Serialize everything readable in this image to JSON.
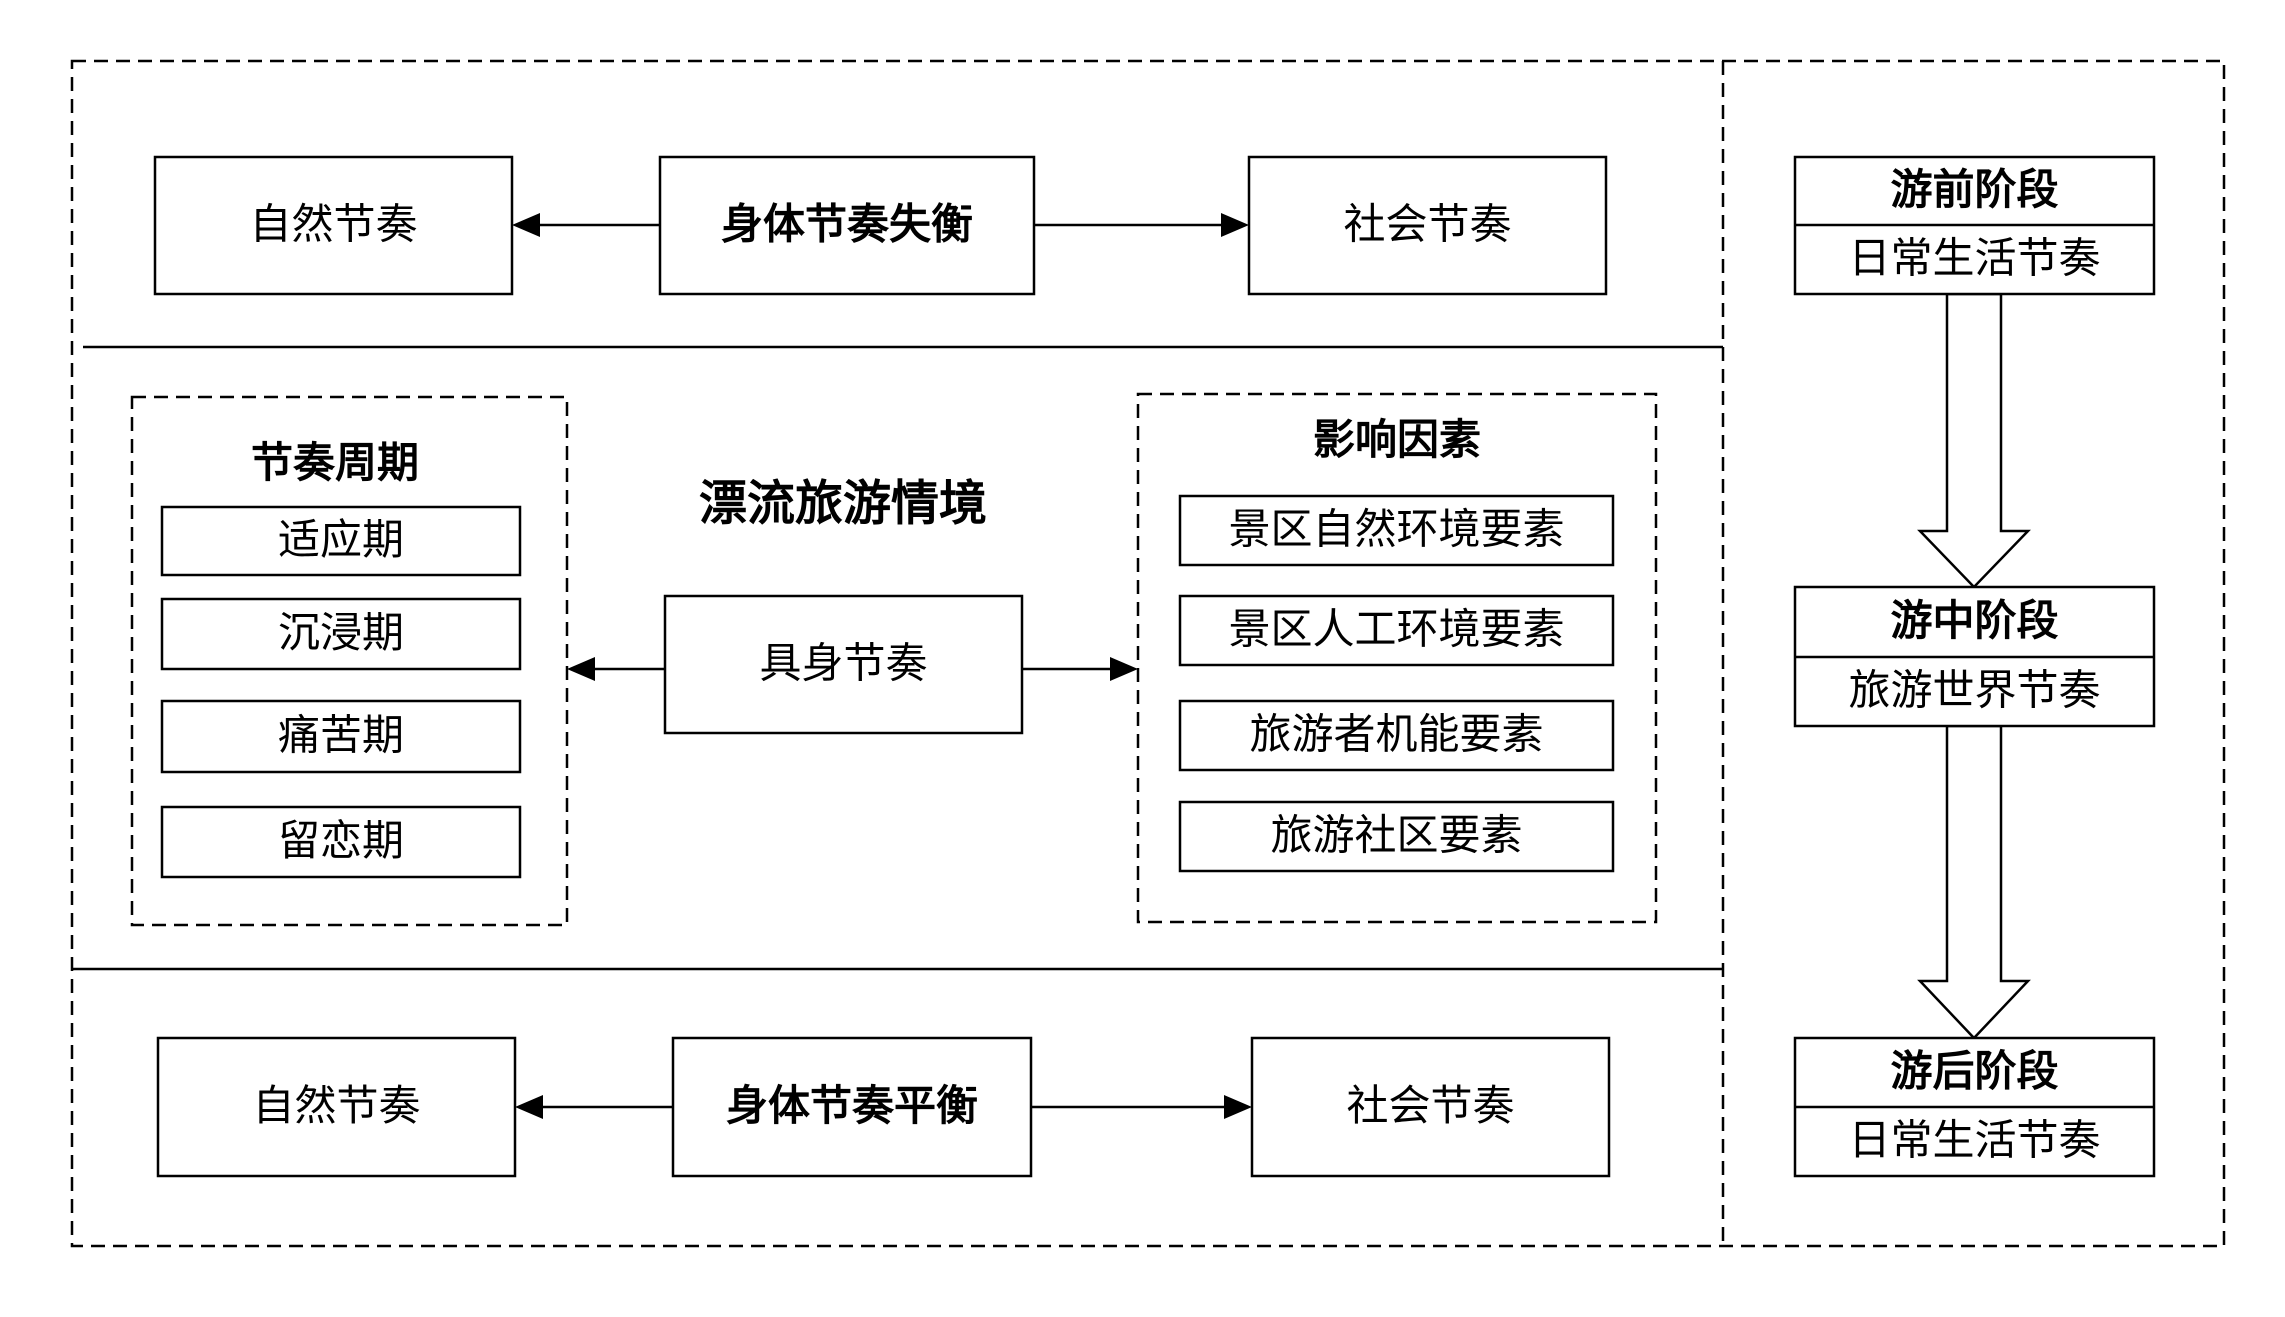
{
  "top_section": {
    "left_label": "自然节奏",
    "center_label": "身体节奏失衡",
    "right_label": "社会节奏"
  },
  "middle_section": {
    "context_title": "漂流旅游情境",
    "center_label": "具身节奏",
    "rhythm_cycle": {
      "title": "节奏周期",
      "items": [
        "适应期",
        "沉浸期",
        "痛苦期",
        "留恋期"
      ]
    },
    "influencing_factors": {
      "title": "影响因素",
      "items": [
        "景区自然环境要素",
        "景区人工环境要素",
        "旅游者机能要素",
        "旅游社区要素"
      ]
    }
  },
  "bottom_section": {
    "left_label": "自然节奏",
    "center_label": "身体节奏平衡",
    "right_label": "社会节奏"
  },
  "stages": [
    {
      "stage": "游前阶段",
      "rhythm": "日常生活节奏"
    },
    {
      "stage": "游中阶段",
      "rhythm": "旅游世界节奏"
    },
    {
      "stage": "游后阶段",
      "rhythm": "日常生活节奏"
    }
  ],
  "colors": {
    "line": "#000000",
    "background": "#ffffff"
  }
}
